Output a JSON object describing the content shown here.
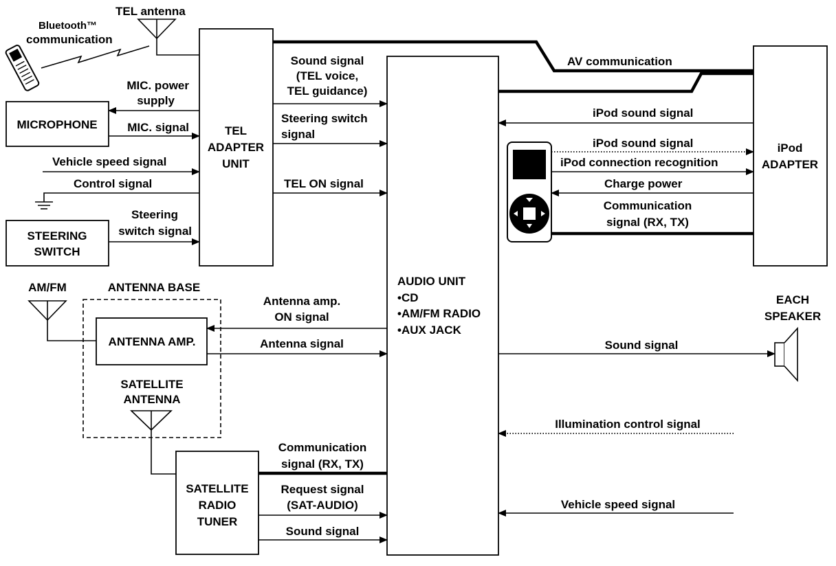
{
  "labels": {
    "bluetooth_line1": "Bluetooth™",
    "bluetooth_line2": "communication",
    "tel_antenna": "TEL antenna",
    "mic_power_line1": "MIC. power",
    "mic_power_line2": "supply",
    "microphone": "MICROPHONE",
    "mic_signal": "MIC. signal",
    "vehicle_speed_left": "Vehicle speed signal",
    "control_signal": "Control signal",
    "steering_signal_line1": "Steering",
    "steering_signal_line2": "switch signal",
    "steering_switch_line1": "STEERING",
    "steering_switch_line2": "SWITCH",
    "tel_adapter_line1": "TEL",
    "tel_adapter_line2": "ADAPTER",
    "tel_adapter_line3": "UNIT",
    "sound_tel_line1": "Sound signal",
    "sound_tel_line2": "(TEL voice,",
    "sound_tel_line3": "TEL guidance)",
    "steering_sw_line1": "Steering switch",
    "steering_sw_line2": "signal",
    "tel_on": "TEL ON signal",
    "av_comm": "AV communication",
    "ipod_sound_1": "iPod sound signal",
    "ipod_sound_2": "iPod sound signal",
    "ipod_conn": "iPod connection recognition",
    "charge_power": "Charge power",
    "comm_ipod_line1": "Communication",
    "comm_ipod_line2": "signal (RX, TX)",
    "ipod_adapter_line1": "iPod",
    "ipod_adapter_line2": "ADAPTER",
    "am_fm": "AM/FM",
    "antenna_base": "ANTENNA BASE",
    "antenna_amp": "ANTENNA AMP.",
    "satellite_ant_line1": "SATELLITE",
    "satellite_ant_line2": "ANTENNA",
    "ant_amp_on_line1": "Antenna amp.",
    "ant_amp_on_line2": "ON signal",
    "antenna_signal": "Antenna signal",
    "audio_unit_title": "AUDIO UNIT",
    "audio_unit_cd": "•CD",
    "audio_unit_radio": "•AM/FM RADIO",
    "audio_unit_aux": "•AUX JACK",
    "each_speaker_line1": "EACH",
    "each_speaker_line2": "SPEAKER",
    "sound_speaker": "Sound signal",
    "illumination": "Illumination control signal",
    "vehicle_speed_right": "Vehicle speed signal",
    "comm_sat_line1": "Communication",
    "comm_sat_line2": "signal (RX, TX)",
    "request_line1": "Request signal",
    "request_line2": "(SAT-AUDIO)",
    "sound_sat": "Sound signal",
    "sat_tuner_line1": "SATELLITE",
    "sat_tuner_line2": "RADIO",
    "sat_tuner_line3": "TUNER"
  }
}
